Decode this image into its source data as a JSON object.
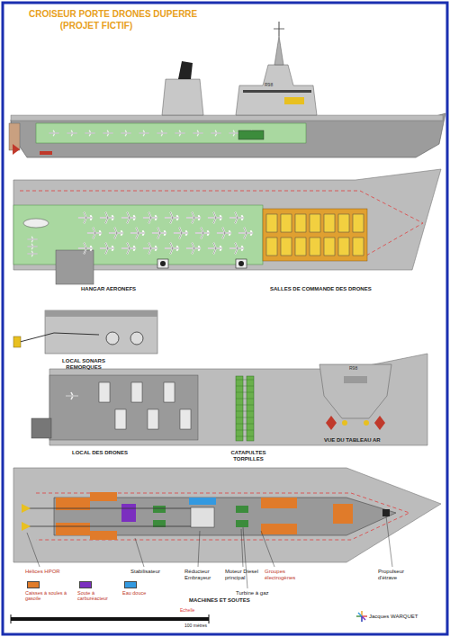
{
  "diagram": {
    "title": "CROISEUR PORTE DRONES DUPERRE",
    "labels": [
      "(PROJET FICTIF)",
      "R98",
      "HANGAR AERONEFS",
      "SALLES DE COMMANDE DES DRONES",
      "LOCAL SONARS REMORQUES",
      "LOCAL DES DRONES",
      "CATAPULTES TORPILLES",
      "R98",
      "VUE DU TABLEAU AR",
      "Hélices HPOR",
      "Stabilisateur",
      "Réducteur Embrayeur",
      "Moteur Diesel principal",
      "Turbine à gaz",
      "Groupes électrogènes",
      "Propulseur d'étrave",
      "MACHINES ET SOUTES",
      "Echelle",
      "100 mètres",
      "Jacques WARQUET"
    ],
    "legend": [
      {
        "text": "Caisses à soules à gasoile",
        "color": "#e07b2a"
      },
      {
        "text": "Soute à carburéacteur",
        "color": "#7b2fbf"
      },
      {
        "text": "Eau douce",
        "color": "#3399e0"
      }
    ]
  }
}
